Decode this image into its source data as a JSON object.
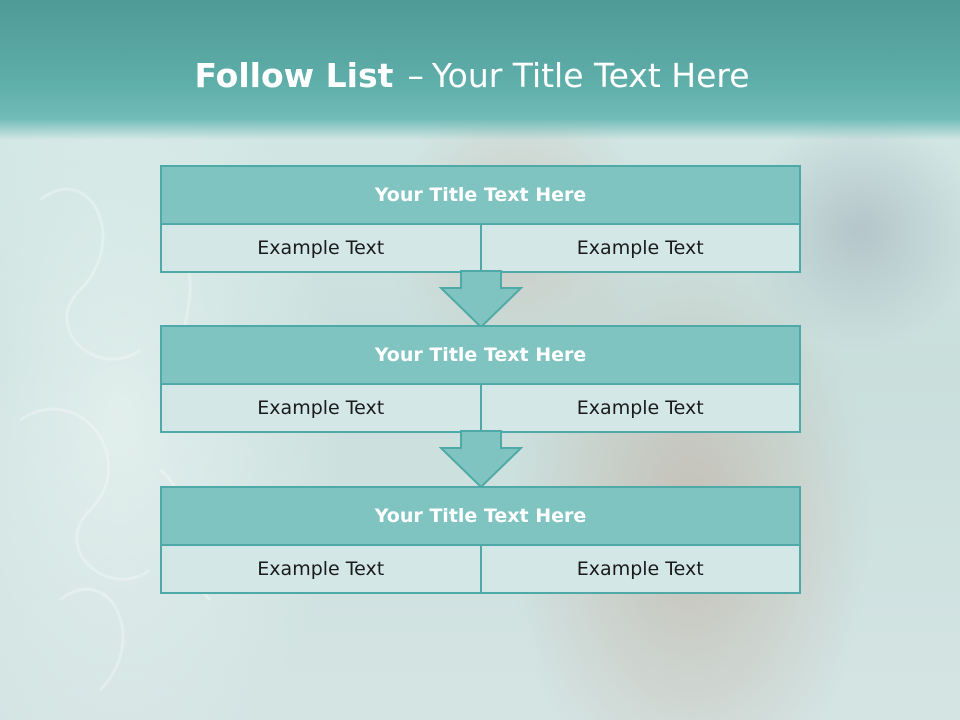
{
  "slide": {
    "title_bold": "Follow List",
    "title_dash": "–",
    "title_rest": "Your Title Text Here"
  },
  "blocks": [
    {
      "title": "Your Title Text Here",
      "left": "Example Text",
      "right": "Example Text"
    },
    {
      "title": "Your Title Text Here",
      "left": "Example Text",
      "right": "Example Text"
    },
    {
      "title": "Your Title Text Here",
      "left": "Example Text",
      "right": "Example Text"
    }
  ],
  "colors": {
    "header": "#5eaeaa",
    "block_title_fill": "#7fc4c1",
    "block_row_fill": "#d3e7e7",
    "border": "#4fa9a6",
    "arrow_fill": "#7fc4c1"
  }
}
